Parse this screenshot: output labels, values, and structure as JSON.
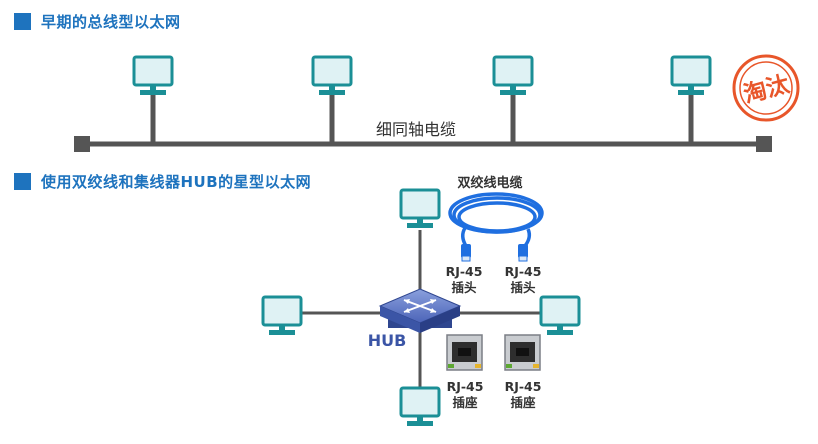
{
  "section1": {
    "title": "早期的总线型以太网"
  },
  "section2": {
    "title": "使用双绞线和集线器HUB的星型以太网"
  },
  "bus": {
    "cable_label": "细同轴电缆",
    "stamp_text": "淘汰"
  },
  "star": {
    "hub_label": "HUB",
    "twisted_pair_label": "双绞线电缆",
    "plug_labels": [
      {
        "line1": "RJ-45",
        "line2": "插头"
      },
      {
        "line1": "RJ-45",
        "line2": "插头"
      }
    ],
    "socket_labels": [
      {
        "line1": "RJ-45",
        "line2": "插座"
      },
      {
        "line1": "RJ-45",
        "line2": "插座"
      }
    ]
  },
  "colors": {
    "accent": "#1e73be",
    "cable": "#555555",
    "monitor_border": "#1b8f96",
    "monitor_screen": "#dff2f4",
    "stamp": "#e8562a",
    "hub": "#3b55a6",
    "patch_cable": "#1f6fe0"
  },
  "icons": [
    "monitor-icon",
    "hub-icon",
    "rj45-plug-icon",
    "rj45-socket-icon",
    "stamp-icon"
  ]
}
